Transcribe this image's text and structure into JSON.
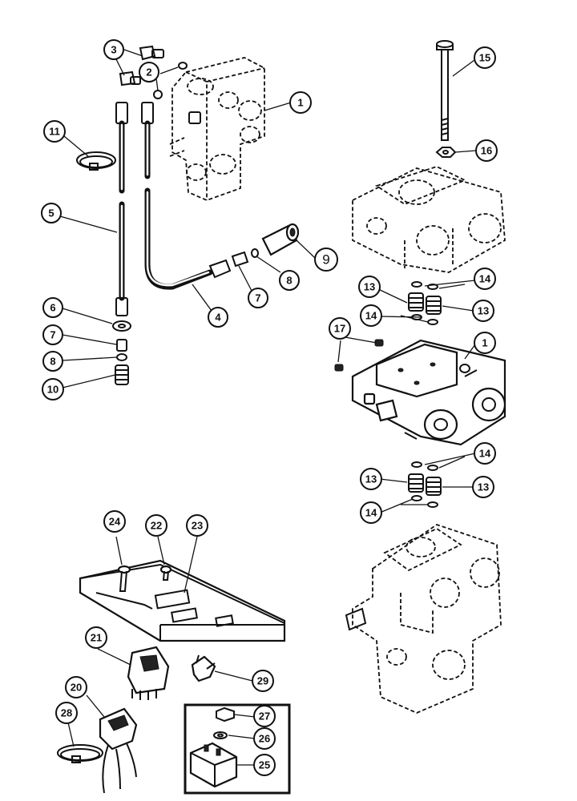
{
  "callouts": [
    {
      "id": "c1a",
      "label": "1"
    },
    {
      "id": "c2",
      "label": "2"
    },
    {
      "id": "c3",
      "label": "3"
    },
    {
      "id": "c4",
      "label": "4"
    },
    {
      "id": "c5",
      "label": "5"
    },
    {
      "id": "c6",
      "label": "6"
    },
    {
      "id": "c7a",
      "label": "7"
    },
    {
      "id": "c7b",
      "label": "7"
    },
    {
      "id": "c8a",
      "label": "8"
    },
    {
      "id": "c8b",
      "label": "8"
    },
    {
      "id": "c9",
      "label": "9"
    },
    {
      "id": "c10",
      "label": "10"
    },
    {
      "id": "c11",
      "label": "11"
    },
    {
      "id": "c1b",
      "label": "1"
    },
    {
      "id": "c13a",
      "label": "13"
    },
    {
      "id": "c13b",
      "label": "13"
    },
    {
      "id": "c13c",
      "label": "13"
    },
    {
      "id": "c13d",
      "label": "13"
    },
    {
      "id": "c14a",
      "label": "14"
    },
    {
      "id": "c14b",
      "label": "14"
    },
    {
      "id": "c14c",
      "label": "14"
    },
    {
      "id": "c14d",
      "label": "14"
    },
    {
      "id": "c15",
      "label": "15"
    },
    {
      "id": "c16",
      "label": "16"
    },
    {
      "id": "c17",
      "label": "17"
    },
    {
      "id": "c20",
      "label": "20"
    },
    {
      "id": "c21",
      "label": "21"
    },
    {
      "id": "c22",
      "label": "22"
    },
    {
      "id": "c23",
      "label": "23"
    },
    {
      "id": "c24",
      "label": "24"
    },
    {
      "id": "c25",
      "label": "25"
    },
    {
      "id": "c26",
      "label": "26"
    },
    {
      "id": "c27",
      "label": "27"
    },
    {
      "id": "c28",
      "label": "28"
    },
    {
      "id": "c29",
      "label": "29"
    }
  ]
}
